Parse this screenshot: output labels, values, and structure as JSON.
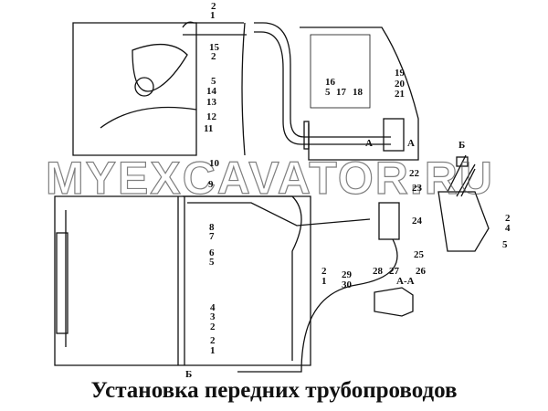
{
  "title": "Установка передних трубопроводов",
  "watermark": "MYEXCAVATOR.RU",
  "callouts_top": [
    "2",
    "1",
    "15",
    "2",
    "5",
    "14",
    "13",
    "12",
    "11",
    "16",
    "5",
    "17",
    "18",
    "19",
    "20",
    "21",
    "A",
    "A"
  ],
  "callouts_bottom": [
    "10",
    "9",
    "8",
    "7",
    "6",
    "5",
    "4",
    "3",
    "2",
    "2",
    "1",
    "2",
    "1",
    "Б"
  ],
  "callouts_right": [
    "Б",
    "22",
    "23",
    "24",
    "2",
    "4",
    "5",
    "25",
    "29",
    "30",
    "28",
    "27",
    "26",
    "A-A"
  ]
}
